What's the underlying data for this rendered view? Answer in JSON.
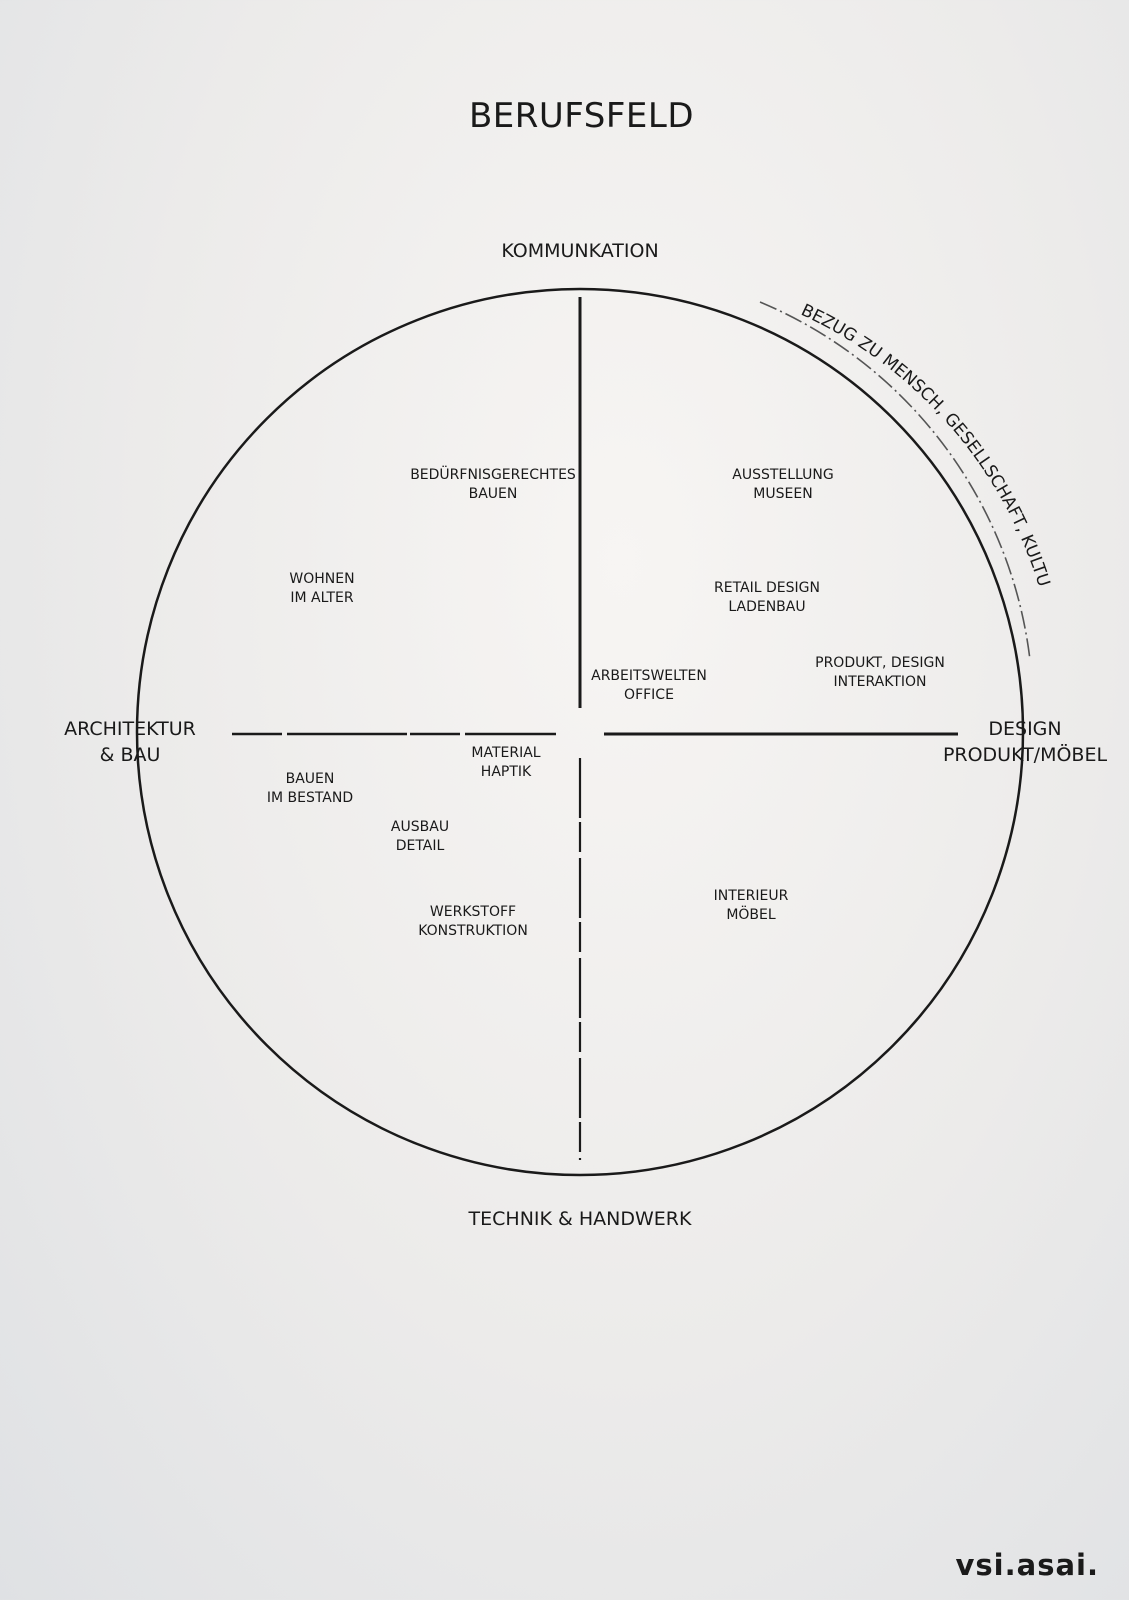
{
  "title": "BERUFSFELD",
  "axes": {
    "top": "KOMMUNKATION",
    "bottom": "TECHNIK & HANDWERK",
    "left": [
      "ARCHITEKTUR",
      "& BAU"
    ],
    "right": [
      "DESIGN",
      "PRODUKT/MÖBEL"
    ]
  },
  "arc_label": "BEZUG ZU MENSCH, GESELLSCHAFT, KULTUR",
  "items": [
    {
      "id": "beduerfnis",
      "lines": [
        "BEDÜRFNISGERECHTES",
        "BAUEN"
      ]
    },
    {
      "id": "wohnen",
      "lines": [
        "WOHNEN",
        "IM ALTER"
      ]
    },
    {
      "id": "ausstellung",
      "lines": [
        "AUSSTELLUNG",
        "MUSEEN"
      ]
    },
    {
      "id": "retail",
      "lines": [
        "RETAIL DESIGN",
        "LADENBAU"
      ]
    },
    {
      "id": "produkt",
      "lines": [
        "PRODUKT, DESIGN",
        "INTERAKTION"
      ]
    },
    {
      "id": "arbeitswelten",
      "lines": [
        "ARBEITSWELTEN",
        "OFFICE"
      ]
    },
    {
      "id": "material",
      "lines": [
        "MATERIAL",
        "HAPTIK"
      ]
    },
    {
      "id": "bestand",
      "lines": [
        "BAUEN",
        "IM BESTAND"
      ]
    },
    {
      "id": "ausbau",
      "lines": [
        "AUSBAU",
        "DETAIL"
      ]
    },
    {
      "id": "werkstoff",
      "lines": [
        "WERKSTOFF",
        "KONSTRUKTION"
      ]
    },
    {
      "id": "interieur",
      "lines": [
        "INTERIEUR",
        "MÖBEL"
      ]
    }
  ],
  "logo": "vsi.asai.",
  "colors": {
    "ink": "#1a1a1a",
    "paper": "#f2f1f0"
  }
}
